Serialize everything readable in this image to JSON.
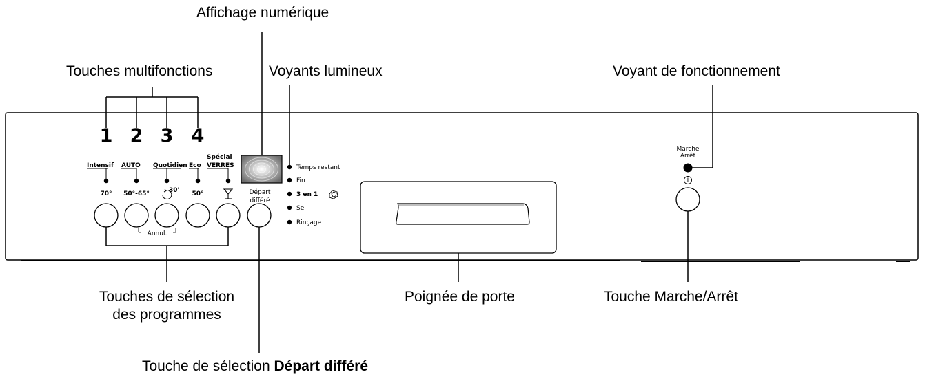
{
  "callouts": {
    "affichage": "Affichage numérique",
    "touches_multi": "Touches multifonctions",
    "voyants": "Voyants lumineux",
    "voyant_fonct": "Voyant de fonctionnement",
    "selection_line1": "Touches de sélection",
    "selection_line2": "des programmes",
    "poignee": "Poignée de porte",
    "marche_arret_key": "Touche Marche/Arrêt",
    "depart_prefix": "Touche de sélection ",
    "depart_bold": "Départ différé"
  },
  "panel": {
    "numbers": [
      "1",
      "2",
      "3",
      "4"
    ],
    "labels": [
      "Intensif",
      "AUTO",
      "Quotidien",
      "Eco"
    ],
    "special_line1": "Spécial",
    "special_line2": "VERRES",
    "temps": [
      "70°",
      "50°-65°",
      "30'",
      "50°"
    ],
    "annul": "Annul.",
    "depart_line1": "Départ",
    "depart_line2": "différé",
    "indicators": [
      "Temps restant",
      "Fin",
      "3 en 1",
      "Sel",
      "Rinçage"
    ],
    "marche_line1": "Marche",
    "marche_line2": "Arrêt",
    "power_symbol": "I"
  }
}
